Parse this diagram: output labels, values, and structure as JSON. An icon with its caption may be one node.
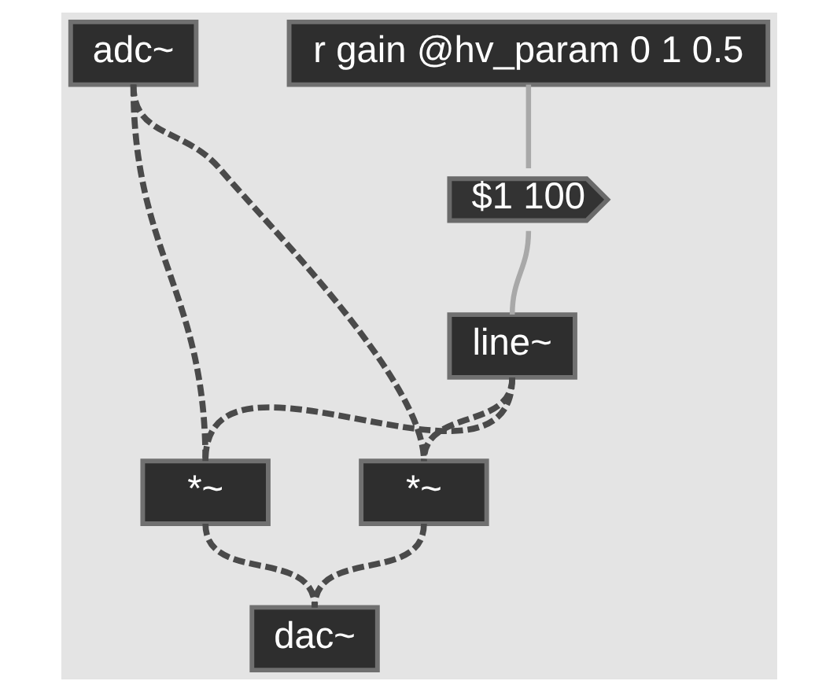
{
  "diagram": {
    "nodes": [
      {
        "text": [
          "adc~"
        ]
      },
      {
        "text": [
          "r gain @hv_param 0 1 0.5"
        ]
      },
      {
        "text": [
          "$1 100"
        ]
      },
      {
        "text": [
          "line~"
        ]
      },
      {
        "text": [
          "*~"
        ]
      },
      {
        "text": [
          "*~"
        ]
      },
      {
        "text": [
          "dac~"
        ]
      }
    ],
    "edges": [
      {
        "from": 0,
        "to": 4,
        "arrow": "none",
        "style": "dashed"
      },
      {
        "from": 0,
        "to": 5,
        "arrow": "none",
        "style": "dashed"
      },
      {
        "from": 1,
        "to": 2,
        "arrow": "none",
        "color": "#a8a8a8"
      },
      {
        "from": 2,
        "to": 3,
        "arrow": "none",
        "color": "#a8a8a8"
      },
      {
        "from": 3,
        "to": 4,
        "arrow": "none",
        "style": "dashed"
      },
      {
        "from": 3,
        "to": 5,
        "arrow": "none",
        "style": "dashed"
      },
      {
        "from": 4,
        "to": 6,
        "arrow": "none",
        "style": "dashed"
      },
      {
        "from": 5,
        "to": 6,
        "arrow": "none",
        "style": "dashed"
      }
    ]
  }
}
